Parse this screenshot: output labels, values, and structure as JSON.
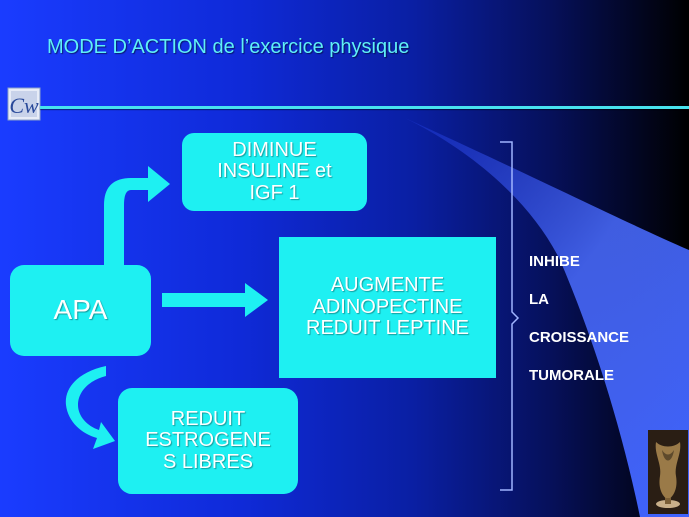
{
  "slide": {
    "title": "MODE D’ACTION de l’exercice physique",
    "logo_text": "Cw"
  },
  "boxes": {
    "apa": "APA",
    "insuline": "DIMINUE\nINSULINE et\nIGF 1",
    "adipo": "AUGMENTE\nADINOPECTINE\nREDUIT LEPTINE",
    "estrogenes": "REDUIT\nESTROGENE\nS LIBRES"
  },
  "outcome": [
    "INHIBE",
    "LA",
    "CROISSANCE",
    "TUMORALE"
  ],
  "colors": {
    "box": "#1ef0f2",
    "title": "#5ff0f7",
    "rule": "#48e3ef",
    "background_start": "#1a3cff",
    "background_end": "#000000",
    "swoosh": "#4a6cff"
  },
  "icons": [
    "logo-icon",
    "arrow-up-right-icon",
    "arrow-right-icon",
    "arrow-curve-down-icon",
    "bracket-icon",
    "vase-image"
  ]
}
